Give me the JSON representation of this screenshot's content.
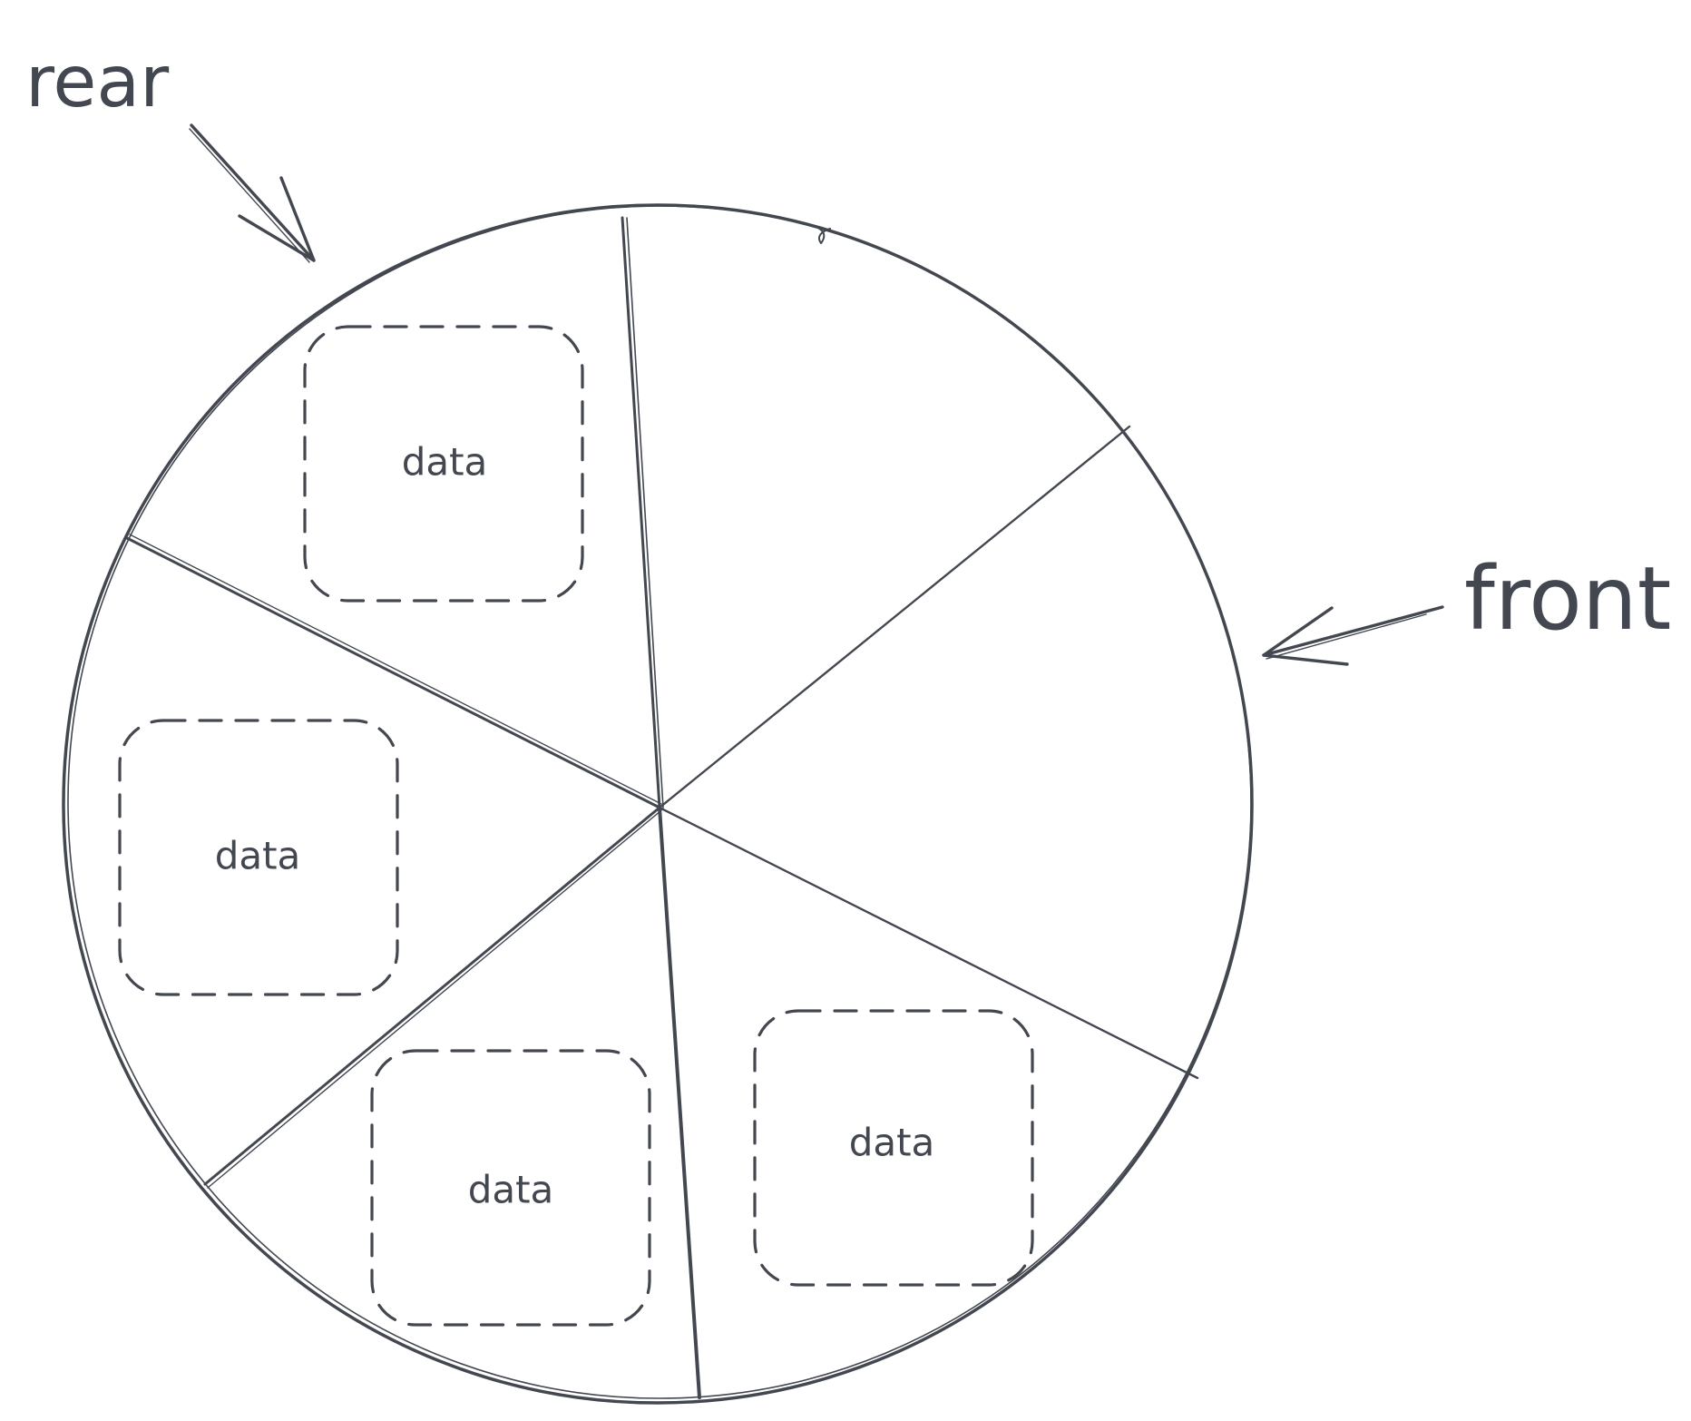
{
  "diagram": {
    "colors": {
      "ink": "#43474f",
      "background": "#ffffff"
    },
    "pointers": {
      "rear": {
        "label": "rear"
      },
      "front": {
        "label": "front"
      }
    },
    "slots": [
      {
        "label": "data",
        "filled": true
      },
      {
        "label": "",
        "filled": false
      },
      {
        "label": "",
        "filled": false
      },
      {
        "label": "data",
        "filled": true
      },
      {
        "label": "data",
        "filled": true
      },
      {
        "label": "data",
        "filled": true
      }
    ]
  }
}
